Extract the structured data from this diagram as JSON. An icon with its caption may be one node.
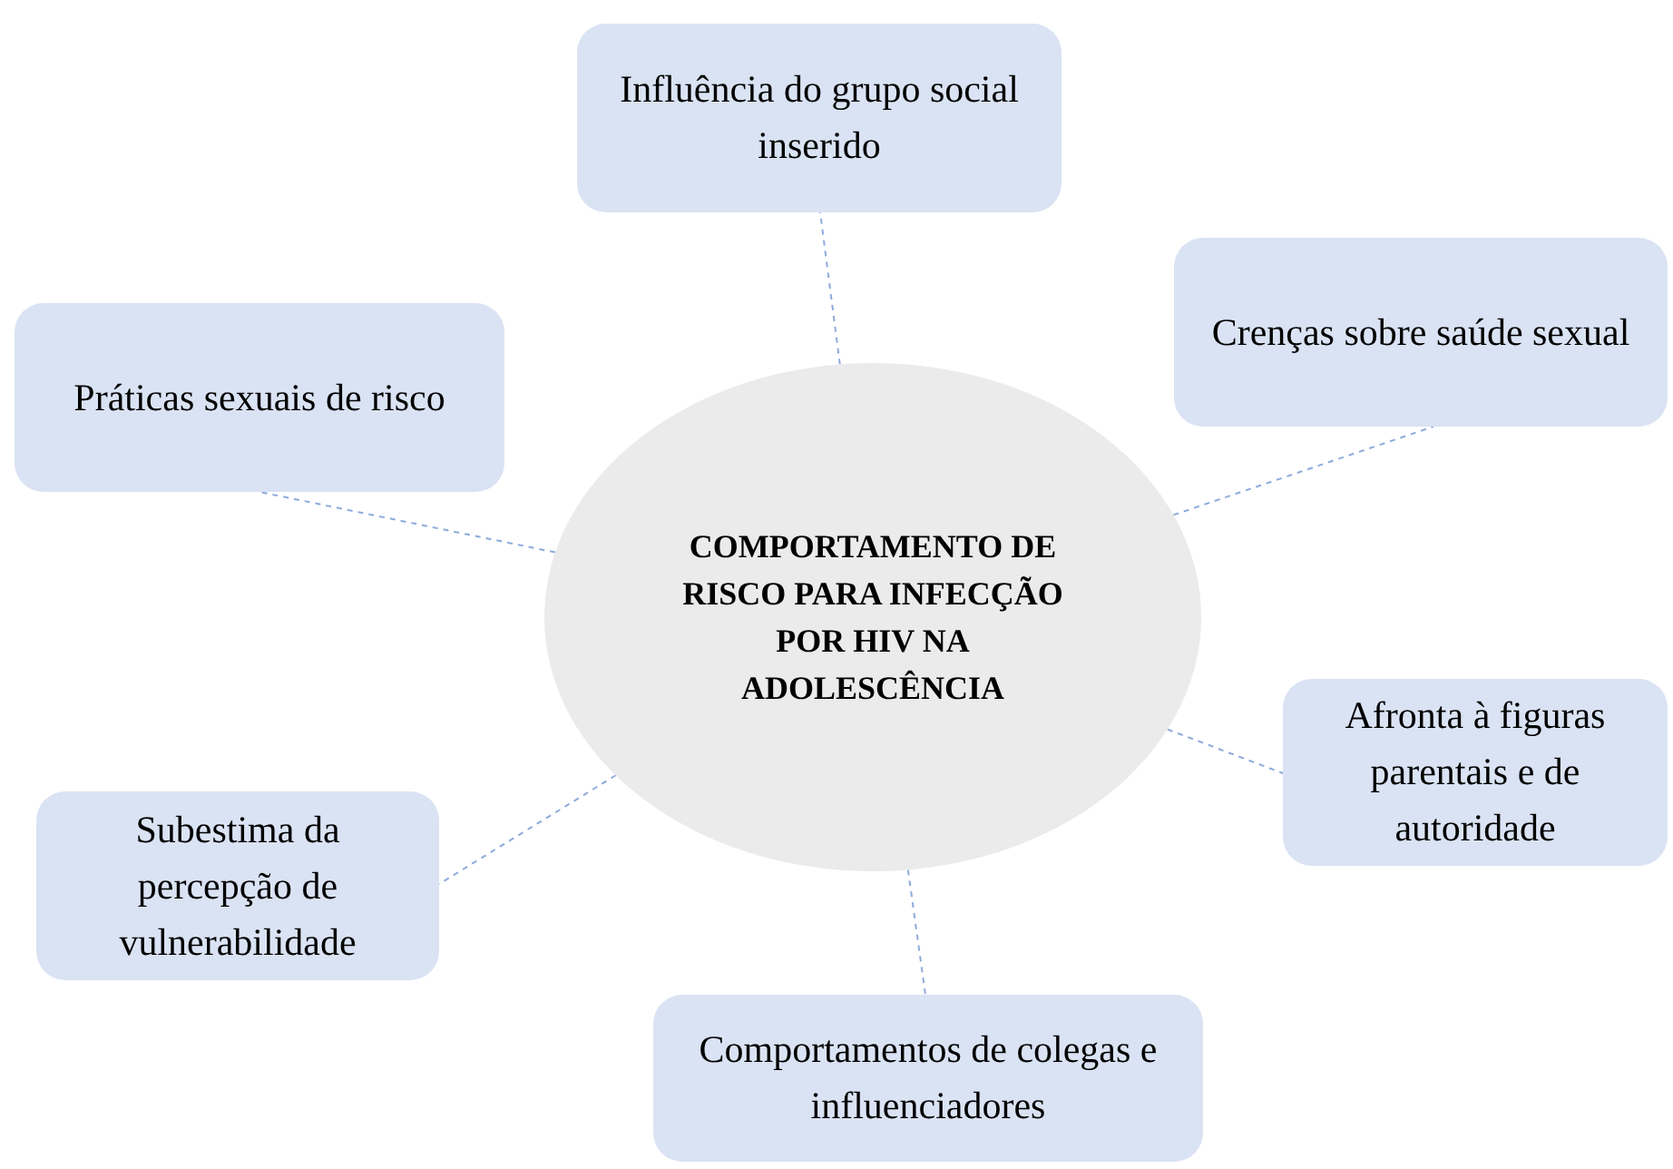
{
  "diagram": {
    "nodes": [
      {
        "text": [
          "Influência do grupo social inserido"
        ]
      },
      {
        "text": [
          "Crenças sobre saúde sexual"
        ]
      },
      {
        "text": [
          "Práticas sexuais de risco"
        ]
      },
      {
        "text": [
          "COMPORTAMENTO DE RISCO PARA INFECÇÃO POR HIV NA ADOLESCÊNCIA"
        ]
      },
      {
        "text": [
          "Afronta à figuras parentais e de autoridade"
        ]
      },
      {
        "text": [
          "Subestima da percepção de vulnerabilidade"
        ]
      },
      {
        "text": [
          "Comportamentos de colegas e influenciadores"
        ]
      }
    ],
    "edges": [
      {
        "from": 3,
        "to": 0,
        "arrow": "none",
        "style": "dashed"
      },
      {
        "from": 3,
        "to": 1,
        "arrow": "none",
        "style": "dashed"
      },
      {
        "from": 3,
        "to": 2,
        "arrow": "none",
        "style": "dashed"
      },
      {
        "from": 3,
        "to": 4,
        "arrow": "none",
        "style": "dashed"
      },
      {
        "from": 3,
        "to": 5,
        "arrow": "none",
        "style": "dashed"
      },
      {
        "from": 3,
        "to": 6,
        "arrow": "none",
        "style": "dashed"
      }
    ]
  }
}
